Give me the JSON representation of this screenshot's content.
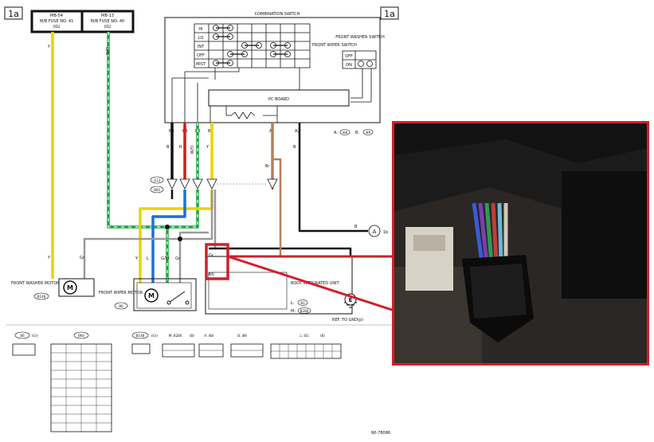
{
  "corner_tags": {
    "left": "1a",
    "right": "1a"
  },
  "fuses": [
    {
      "line1": "MB-54",
      "line2": "M/B FUSE NO. 41",
      "line3": "(IG)"
    },
    {
      "line1": "MB-13",
      "line2": "M/B FUSE NO. 40",
      "line3": "(IG)"
    }
  ],
  "combination_switch": {
    "title": "COMBINATION SWITCH",
    "front_wiper_switch": "FRONT WIPER SWITCH",
    "front_washer_switch": "FRONT WASHER SWITCH",
    "positions": [
      "HI",
      "LO",
      "INT",
      "OFF",
      "MIST"
    ],
    "washer_positions": [
      "OFF",
      "ON"
    ],
    "pc_board": "PC BOARD"
  },
  "connector_refs": {
    "a": "A:",
    "a_code": "i68",
    "b": "B:",
    "b_code": "i89"
  },
  "pin_labels": [
    "B4",
    "B3",
    "B2",
    "B1",
    "A1",
    "A2"
  ],
  "wire_colors": {
    "b4": "B",
    "b3": "R",
    "b2": "G/W",
    "b1": "Y",
    "a1": "Br",
    "a2": "B",
    "left_y": "Y",
    "right_gw": "G/W"
  },
  "junction": {
    "top": "i112",
    "bottom": "B60"
  },
  "ground_ref": "1b",
  "ground_b_label": "B",
  "components": {
    "washer_motor": "FRONT WASHER MOTOR",
    "washer_conn": "B148",
    "wiper_motor": "FRONT WIPER MOTOR",
    "wiper_conn": "B6",
    "biu": "BODY INTEGRATED UNIT",
    "biu_l": "L:",
    "biu_l_code": "B1",
    "biu_m": "M:",
    "biu_m_code": "B280",
    "gnd_ref": "REF. TO GND(p)"
  },
  "motor_wires": {
    "y": "Y",
    "gr": "Gr",
    "l": "L",
    "gw": "G/W",
    "gr2": "Gr",
    "y2": "Y"
  },
  "highlight_pin": {
    "top": "Gr",
    "bottom": "N5"
  },
  "connector_legend": [
    {
      "code": "B6",
      "suffix": "(Gr)"
    },
    {
      "code": "B60",
      "suffix": ""
    },
    {
      "code": "B148",
      "suffix": "(Gr)"
    },
    {
      "code": "M: B280",
      "suffix": "(B)"
    },
    {
      "code": "A: i68",
      "suffix": ""
    },
    {
      "code": "B: i89",
      "suffix": ""
    },
    {
      "code": "L: i81",
      "suffix": "(B)"
    }
  ],
  "doc_code": "WI-78086",
  "colors": {
    "highlight": "#d0202a",
    "yellow": "#e8d400",
    "green": "#1aa640",
    "blue": "#1e6fd8",
    "red": "#d81818",
    "brown": "#b08060",
    "grey": "#9a9a9a"
  }
}
